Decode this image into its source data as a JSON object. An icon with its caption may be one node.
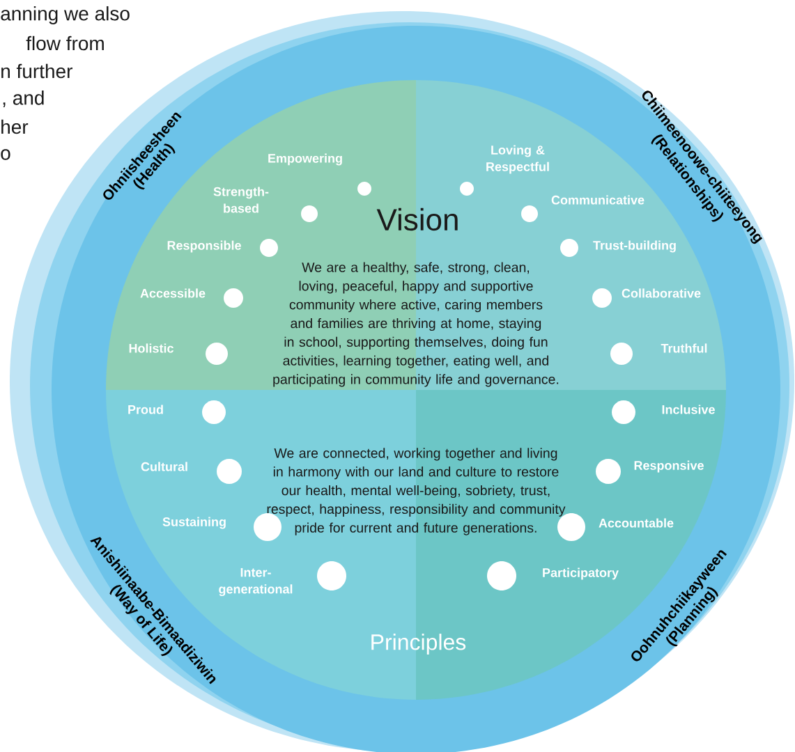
{
  "diagram": {
    "nodes": [
      {
        "text": [
          "Vision",
          "We are a healthy, safe, strong, clean, loving, peaceful, happy and supportive community where active, caring members and families are thriving at home, staying in school, supporting themselves, doing fun activities, learning together, eating well, and participating in community life and governance.",
          "We are connected, working together and living in harmony with our land and culture to restore our health, mental well-being, sobriety, trust, respect, happiness, responsibility and community pride for current and future generations.",
          "Principles"
        ]
      }
    ],
    "labels": [
      "anning we also",
      "flow from",
      "n further",
      ", and",
      "her",
      "o",
      "Ohniisheesheen",
      "(Health)",
      "Chiimeenoowe-chiiteeyong",
      "(Relationships)",
      "Empowering",
      "Loving & Respectful",
      "Strength-based",
      "Communicative",
      "Responsible",
      "Trust-building",
      "Accessible",
      "Collaborative",
      "Holistic",
      "Truthful",
      "Proud",
      "Inclusive",
      "Cultural",
      "Responsive",
      "Sustaining",
      "Accountable",
      "Inter- generational",
      "Participatory",
      "Anishiinaabe-Bimaadiziwin",
      "(Way of Life)",
      "Oohnuhchiikayween",
      "(Planning)"
    ]
  }
}
